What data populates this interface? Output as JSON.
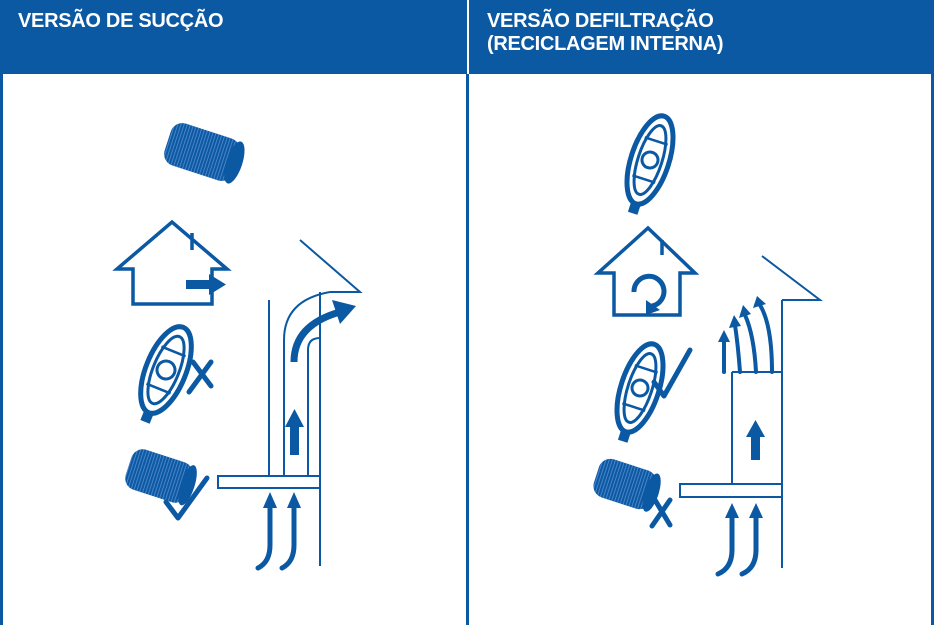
{
  "left_panel": {
    "title": "VERSÃO DE SUCÇÃO"
  },
  "right_panel": {
    "title_line1": "VERSÃO DEFILTRAÇÃO",
    "title_line2": "(RECICLAGEM INTERNA)"
  },
  "colors": {
    "brand_blue": "#0b58a3",
    "background": "#ffffff"
  },
  "icons": [
    "duct-icon",
    "house-exhaust-icon",
    "carbon-filter-icon",
    "cross-icon",
    "check-icon",
    "hood-diagram",
    "airflow-arrows",
    "house-recirculation-icon"
  ]
}
